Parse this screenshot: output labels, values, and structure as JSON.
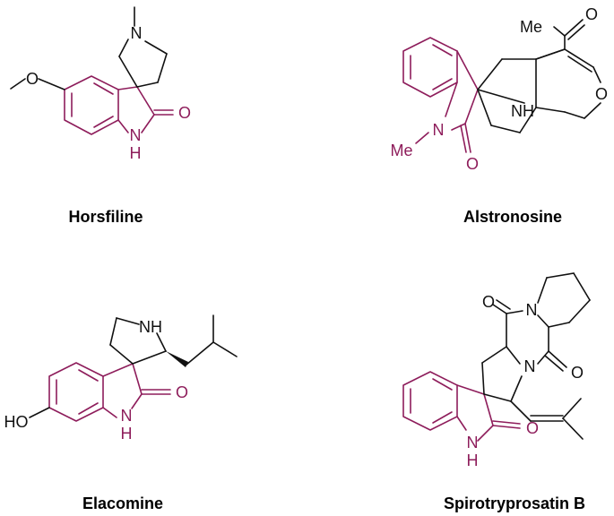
{
  "colors": {
    "bonds": "#111111",
    "oxindole": "#8e1d5b",
    "background": "#ffffff"
  },
  "compounds": [
    {
      "name": "Horsfiline"
    },
    {
      "name": "Alstronosine"
    },
    {
      "name": "Elacomine"
    },
    {
      "name": "Spirotryprosatin B"
    }
  ],
  "atom_labels": {
    "horsfiline": {
      "n_methyl": "N",
      "o_methoxy": "O",
      "o_carbonyl": "O",
      "nh_n": "N",
      "nh_h": "H"
    },
    "alstronosine": {
      "me_acetyl": "Me",
      "o_acetyl": "O",
      "o_pyran": "O",
      "nh_bridge": "NH",
      "n_indole": "N",
      "me_n": "Me",
      "o_carbonyl": "O"
    },
    "elacomine": {
      "nh_pyrrolidine": "NH",
      "ho": "HO",
      "o_carbonyl": "O",
      "nh_n": "N",
      "nh_h": "H"
    },
    "spirotryprosatin": {
      "o_top": "O",
      "n_top": "N",
      "n_mid": "N",
      "o_right": "O",
      "o_carbonyl": "O",
      "nh_n": "N",
      "nh_h": "H"
    }
  }
}
